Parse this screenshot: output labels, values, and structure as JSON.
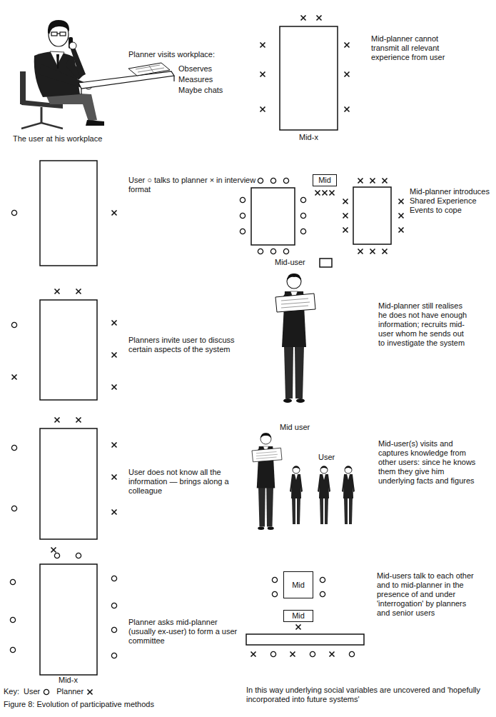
{
  "diagram": {
    "caption": "Figure 8: Evolution of participative methods",
    "nodes": [
      {
        "text": [
          "Mid"
        ]
      },
      {
        "text": [
          "Mid"
        ]
      },
      {
        "text": [
          "Mid"
        ]
      }
    ],
    "labels": [
      "Planner visits workplace:",
      "Observes",
      "Measures",
      "Maybe chats",
      "The user at his workplace",
      "Mid-x",
      "Mid-planner cannot transmit all relevant experience from user",
      "User ○ talks to planner × in interview format",
      "Mid-planner introduces Shared Experience Events to cope",
      "Planners invite user to discuss certain aspects of the system",
      "Mid-user",
      "Mid-planner still realises he does not have enough information; recruits mid-user whom he sends out to investigate the system",
      "User does not know all the information — brings along a colleague",
      "Mid user",
      "User",
      "Mid-user(s) visits and captures knowledge from other users: since he knows them they give him underlying facts and figures",
      "Planner asks mid-planner (usually ex-user) to form a user committee",
      "Mid-x",
      "Mid-users talk to each other and to mid-planner in the presence of and under 'interrogation' by planners and senior users",
      "Key:",
      "In this way underlying social variables are uncovered and 'hopefully incorporated into future systems'"
    ],
    "legend": [
      {
        "text": "User"
      },
      {
        "text": "Planner"
      }
    ]
  }
}
